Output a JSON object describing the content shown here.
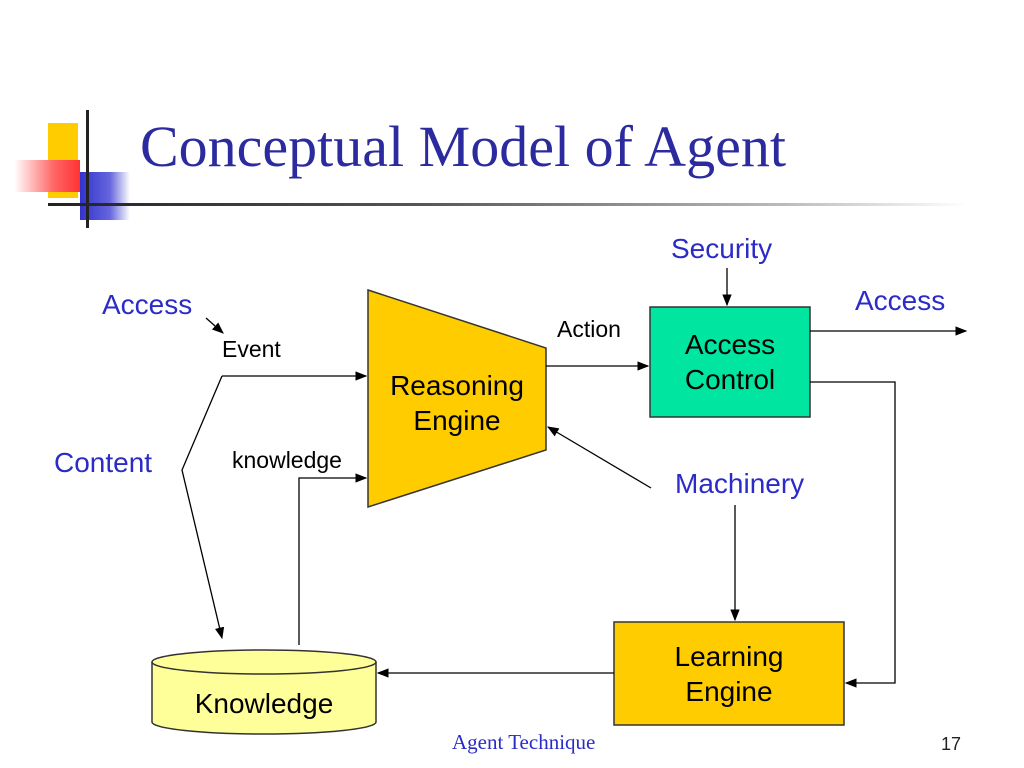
{
  "slide": {
    "title": "Conceptual Model of Agent",
    "footer": "Agent Technique",
    "page_number": "17"
  },
  "diagram": {
    "nodes": {
      "reasoning_engine": "Reasoning Engine",
      "access_control": "Access Control",
      "learning_engine": "Learning Engine",
      "knowledge": "Knowledge"
    },
    "labels": {
      "access_in": "Access",
      "access_out": "Access",
      "event": "Event",
      "content": "Content",
      "knowledge_flow": "knowledge",
      "action": "Action",
      "security": "Security",
      "machinery": "Machinery"
    }
  },
  "colors": {
    "title": "#2b2b9f",
    "blue_label": "#2b2bc8",
    "engine_fill": "#ffcc00",
    "access_control_fill": "#00e5a0",
    "knowledge_fill": "#ffff99"
  }
}
